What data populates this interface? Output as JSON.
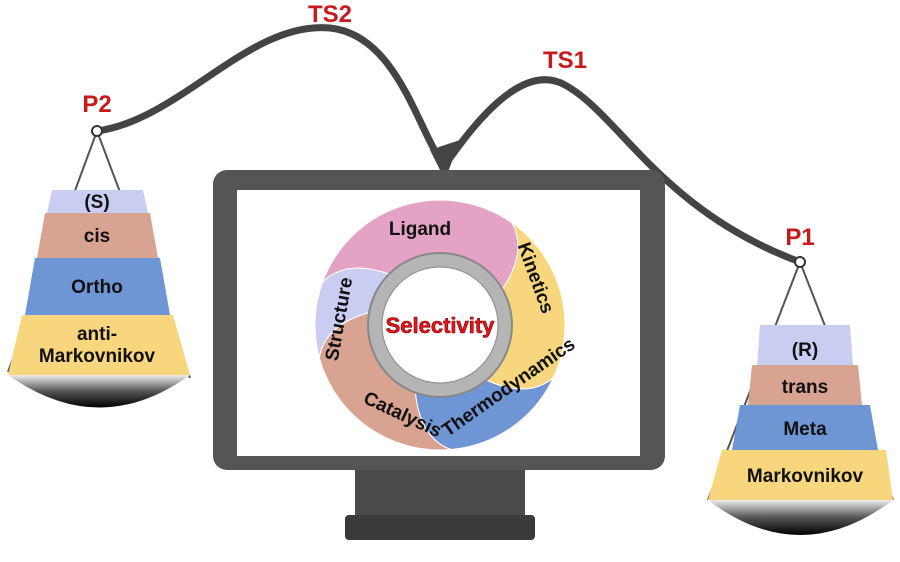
{
  "labels": {
    "ts2": "TS2",
    "ts1": "TS1",
    "p2": "P2",
    "p1": "P1"
  },
  "center": "Selectivity",
  "wheel": [
    {
      "label": "Ligand",
      "color": "#e4a2c4"
    },
    {
      "label": "Kinetics",
      "color": "#f7d67e"
    },
    {
      "label": "Thermodynamics",
      "color": "#6f96d4"
    },
    {
      "label": "Catalysis",
      "color": "#d9a392"
    },
    {
      "label": "Structure",
      "color": "#c9cdf2"
    }
  ],
  "left_pan": [
    "(S)",
    "cis",
    "Ortho",
    "anti-",
    "Markovnikov"
  ],
  "right_pan": [
    "(R)",
    "trans",
    "Meta",
    "Markovnikov"
  ],
  "colors": {
    "chiral": "#c9cdf2",
    "geom": "#d9a392",
    "regio": "#6f96d4",
    "markov": "#f7d67e",
    "accent": "#c8191c"
  }
}
